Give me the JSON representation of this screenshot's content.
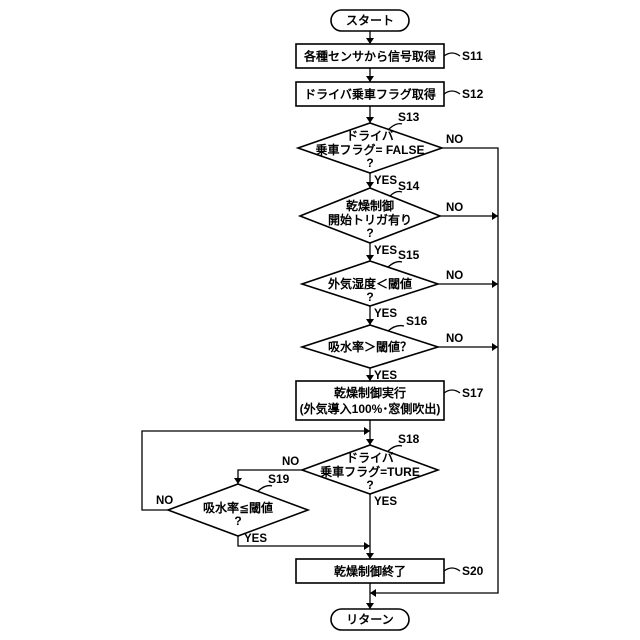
{
  "flowchart": {
    "start": "スタート",
    "end": "リターン",
    "s11": {
      "label": "各種センサから信号取得",
      "step": "S11"
    },
    "s12": {
      "label": "ドライバ乗車フラグ取得",
      "step": "S12"
    },
    "s13": {
      "lines": [
        "ドライバ",
        "乗車フラグ= FALSE",
        "?"
      ],
      "step": "S13",
      "yes": "YES",
      "no": "NO"
    },
    "s14": {
      "lines": [
        "乾燥制御",
        "開始トリガ有り",
        "?"
      ],
      "step": "S14",
      "yes": "YES",
      "no": "NO"
    },
    "s15": {
      "lines": [
        "外気湿度＜閾値",
        "?"
      ],
      "step": "S15",
      "yes": "YES",
      "no": "NO"
    },
    "s16": {
      "lines": [
        "吸水率＞閾値？"
      ],
      "step": "S16",
      "yes": "YES",
      "no": "NO"
    },
    "s17": {
      "lines": [
        "乾燥制御実行",
        "(外気導入100%･窓側吹出)"
      ],
      "step": "S17"
    },
    "s18": {
      "lines": [
        "ドライバ",
        "乗車フラグ=TURE",
        "?"
      ],
      "step": "S18",
      "yes": "YES",
      "no": "NO"
    },
    "s19": {
      "lines": [
        "吸水率≦閾値",
        "?"
      ],
      "step": "S19",
      "yes": "YES",
      "no": "NO"
    },
    "s20": {
      "label": "乾燥制御終了",
      "step": "S20"
    }
  }
}
